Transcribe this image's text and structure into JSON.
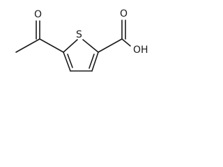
{
  "molecule": {
    "atoms": {
      "sulfur": "S",
      "ketone_oxygen": "O",
      "hydroxyl": "OH",
      "carboxyl_oxygen": "O"
    }
  }
}
